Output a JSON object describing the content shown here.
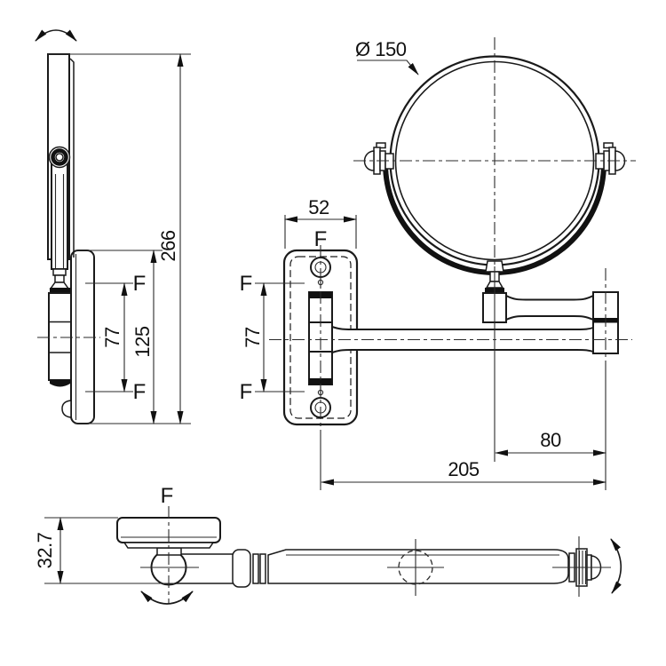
{
  "labels": {
    "fixing": "F"
  },
  "dimensions": {
    "total_height": "266",
    "plate_height": "125",
    "fixing_spacing": "77",
    "plate_width": "52",
    "mirror_diameter": "Ø 150",
    "arm_extension": "80",
    "arm_reach": "205",
    "base_depth": "32.7"
  }
}
